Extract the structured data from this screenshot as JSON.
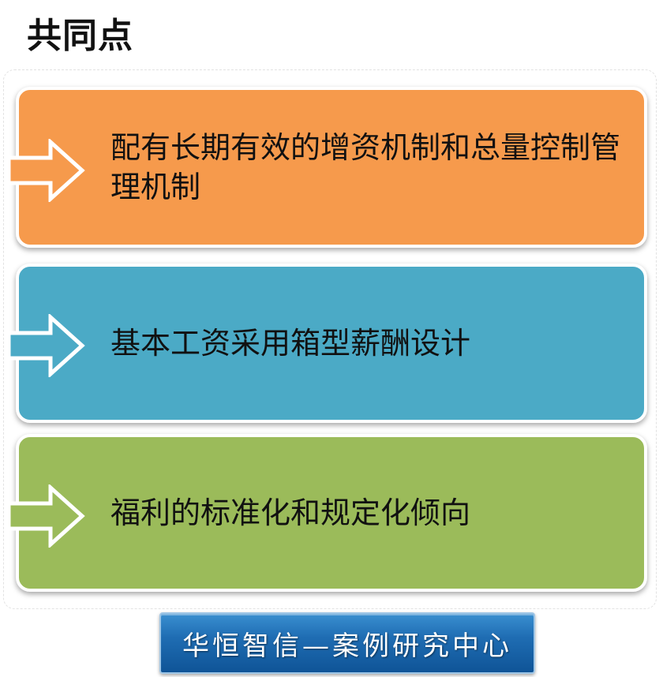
{
  "title": "共同点",
  "colors": {
    "card_1": "#f69a4c",
    "card_2": "#4baac6",
    "card_3": "#9bbb5a",
    "arrow_stroke": "#ffffff"
  },
  "items": [
    {
      "text": "配有长期有效的增资机制和总量控制管理机制",
      "icon": "arrow-right-icon"
    },
    {
      "text": "基本工资采用箱型薪酬设计",
      "icon": "arrow-right-icon"
    },
    {
      "text": "福利的标准化和规定化倾向",
      "icon": "arrow-right-icon"
    }
  ],
  "footer": {
    "text": "华恒智信—案例研究中心"
  }
}
